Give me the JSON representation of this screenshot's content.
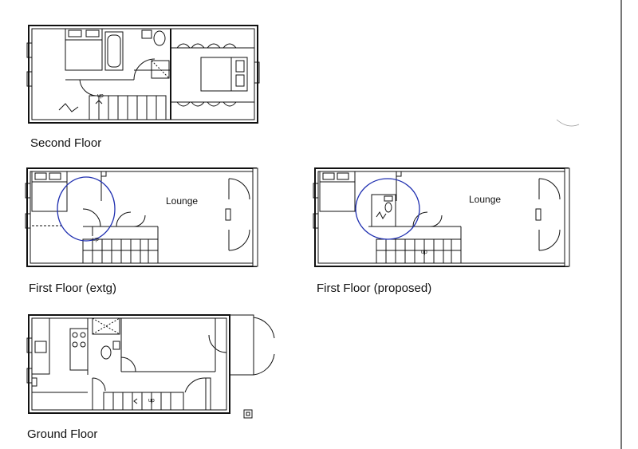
{
  "plans": {
    "second": {
      "caption": "Second Floor",
      "up_label": "up"
    },
    "first_existing": {
      "caption": "First Floor (extg)",
      "room_label": "Lounge",
      "up_label": "up"
    },
    "first_proposed": {
      "caption": "First Floor (proposed)",
      "room_label": "Lounge",
      "up_label": "up"
    },
    "ground": {
      "caption": "Ground Floor",
      "up_label": "up"
    }
  },
  "colors": {
    "line": "#111111",
    "markup": "#1f2fb0"
  }
}
